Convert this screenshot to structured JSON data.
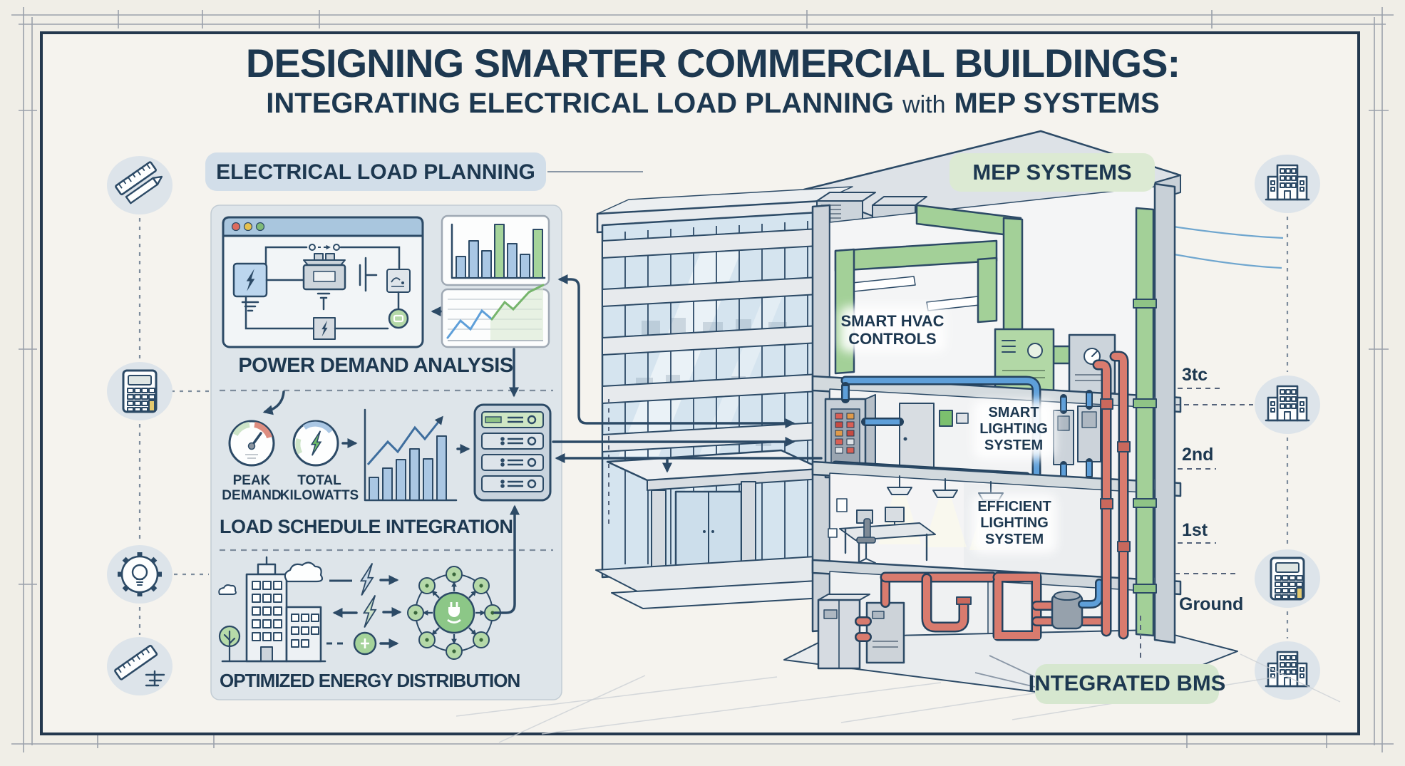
{
  "title": {
    "line1": "DESIGNING SMARTER COMMERCIAL BUILDINGS:",
    "line2_a": "INTEGRATING ELECTRICAL LOAD PLANNING",
    "line2_b": "with",
    "line2_c": "MEP SYSTEMS"
  },
  "left_panel": {
    "header": "ELECTRICAL LOAD PLANNING",
    "power_demand_label": "POWER DEMAND ANALYSIS",
    "load_schedule_label": "LOAD SCHEDULE INTEGRATION",
    "optimized_label": "OPTIMIZED ENERGY DISTRIBUTION",
    "peak_gauge": {
      "line1": "PEAK",
      "line2": "DEMAND"
    },
    "total_gauge": {
      "line1": "TOTAL",
      "line2": "KILOWATTS"
    }
  },
  "mep": {
    "header": "MEP SYSTEMS",
    "hvac_label": {
      "line1": "SMART HVAC",
      "line2": "CONTROLS"
    },
    "smart_lighting_label": {
      "line1": "SMART",
      "line2": "LIGHTING",
      "line3": "SYSTEM"
    },
    "efficient_lighting_label": {
      "line1": "EFFICIENT",
      "line2": "LIGHTING",
      "line3": "SYSTEM"
    },
    "bms_label": "INTEGRATED BMS"
  },
  "floors": {
    "f3": "3tc",
    "f2": "2nd",
    "f1": "1st",
    "ground": "Ground"
  },
  "margin_icons": {
    "left": [
      "ruler-pencil",
      "calculator",
      "gear-lightbulb",
      "ruler-scale"
    ],
    "right": [
      "office-building",
      "office-building",
      "calculator",
      "office-building"
    ]
  },
  "colors": {
    "navy_text": "#1d3850",
    "outline": "#2c4a66",
    "paper": "#f0eee7",
    "chip_blue": "#d2dee9",
    "chip_green": "#dcead3",
    "accent_blue": "#5e9fd9",
    "accent_green": "#9ccf92",
    "accent_red": "#d97b6e"
  }
}
